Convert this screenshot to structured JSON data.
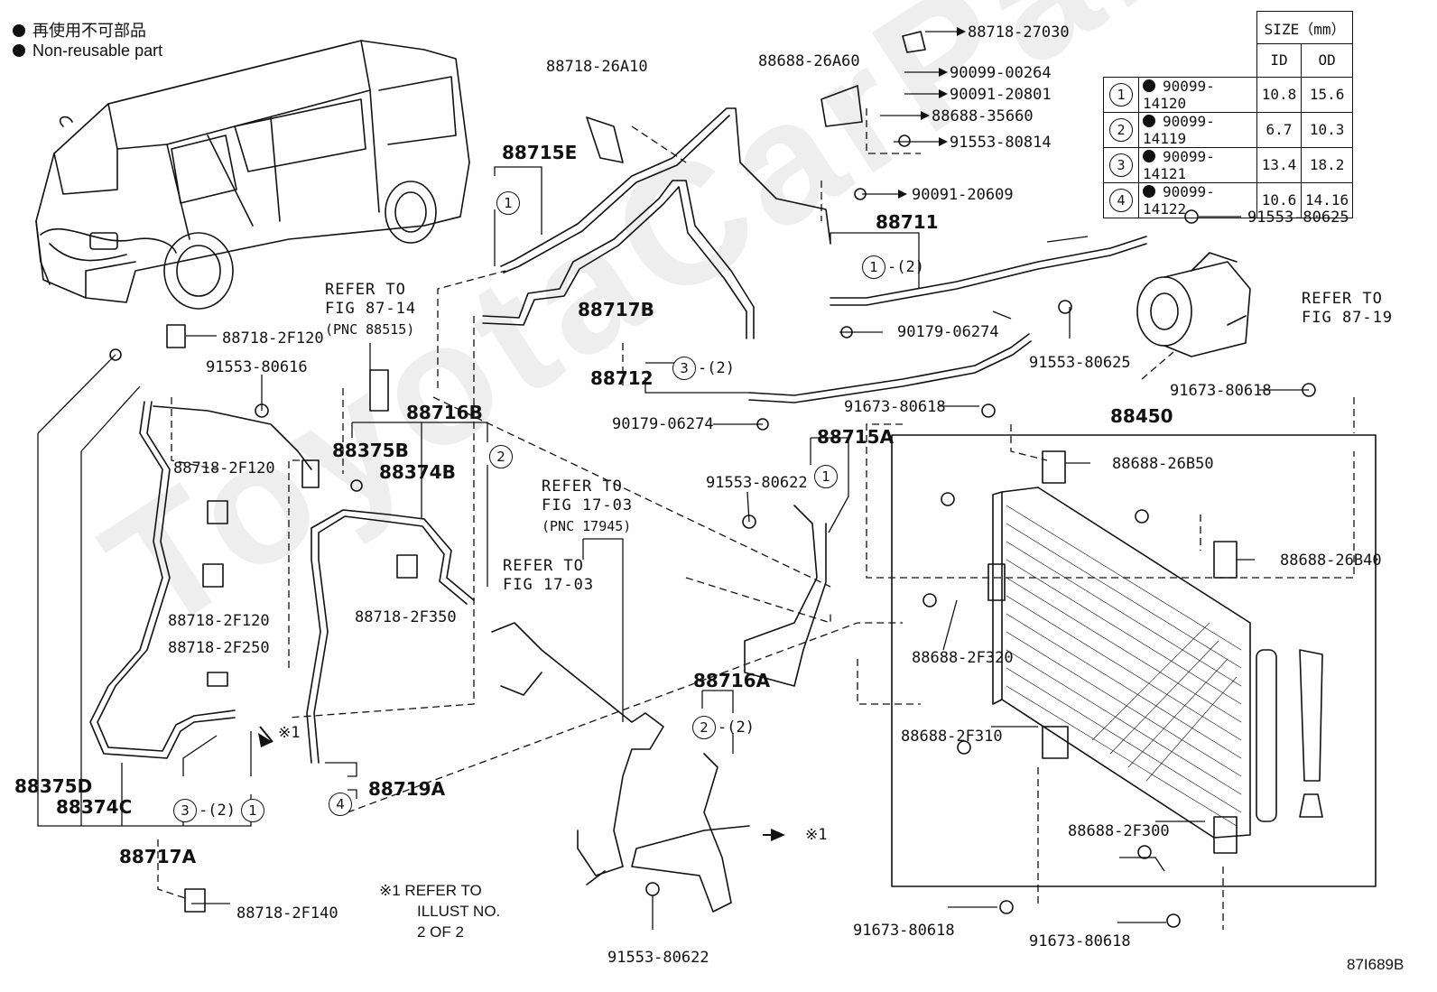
{
  "legend": {
    "jp": "再使用不可部品",
    "en": "Non-reusable part"
  },
  "watermark": "ToyotaCarParts",
  "size_table": {
    "title": "SIZE（mm）",
    "col_id": "ID",
    "col_od": "OD",
    "rows": [
      {
        "num": "1",
        "part": "90099-14120",
        "id": "10.8",
        "od": "15.6"
      },
      {
        "num": "2",
        "part": "90099-14119",
        "id": "6.7",
        "od": "10.3"
      },
      {
        "num": "3",
        "part": "90099-14121",
        "id": "13.4",
        "od": "18.2"
      },
      {
        "num": "4",
        "part": "90099-14122",
        "id": "10.6",
        "od": "14.16"
      }
    ]
  },
  "labels": {
    "p88718_27030": "88718-27030",
    "p88688_26A60": "88688-26A60",
    "p90099_00264": "90099-00264",
    "p90091_20801": "90091-20801",
    "p88688_35660": "88688-35660",
    "p91553_80814": "91553-80814",
    "p90091_20609": "90091-20609",
    "p88718_26A10": "88718-26A10",
    "p88715E": "88715E",
    "p88717B": "88717B",
    "p88711": "88711",
    "p91553_80625a": "91553-80625",
    "p91553_80625b": "91553-80625",
    "p90179_06274a": "90179-06274",
    "p90179_06274b": "90179-06274",
    "p88712": "88712",
    "p91673_80618a": "91673-80618",
    "p91673_80618b": "91673-80618",
    "p91673_80618c": "91673-80618",
    "p91673_80618d": "91673-80618",
    "p88450": "88450",
    "p88715A": "88715A",
    "p91553_80622a": "91553-80622",
    "p91553_80622b": "91553-80622",
    "p88688_26B50": "88688-26B50",
    "p88688_26B40": "88688-26B40",
    "p88688_2F320": "88688-2F320",
    "p88688_2F310": "88688-2F310",
    "p88688_2F300": "88688-2F300",
    "p88716A": "88716A",
    "p88716B": "88716B",
    "p88375B": "88375B",
    "p88374B": "88374B",
    "p88718_2F350": "88718-2F350",
    "p88718_2F120a": "88718-2F120",
    "p88718_2F120b": "88718-2F120",
    "p88718_2F120c": "88718-2F120",
    "p88718_2F250": "88718-2F250",
    "p88718_2F140": "88718-2F140",
    "p91553_80616": "91553-80616",
    "p88375D": "88375D",
    "p88374C": "88374C",
    "p88717A": "88717A",
    "p88719A": "88719A",
    "ref_87_14_a": "REFER TO",
    "ref_87_14_b": "FIG 87-14",
    "ref_87_14_c": "(PNC 88515)",
    "ref_87_19_a": "REFER TO",
    "ref_87_19_b": "FIG 87-19",
    "ref_17_03_a": "REFER TO",
    "ref_17_03_b": "FIG 17-03",
    "ref_17_03_c": "(PNC 17945)",
    "ref_17_03b_a": "REFER TO",
    "ref_17_03b_b": "FIG 17-03",
    "note_mark": "※1",
    "note_a": "※1  REFER TO",
    "note_b": "ILLUST NO.",
    "note_c": "2 OF 2",
    "qty2": "-(2)",
    "fig_code": "87I689B"
  }
}
